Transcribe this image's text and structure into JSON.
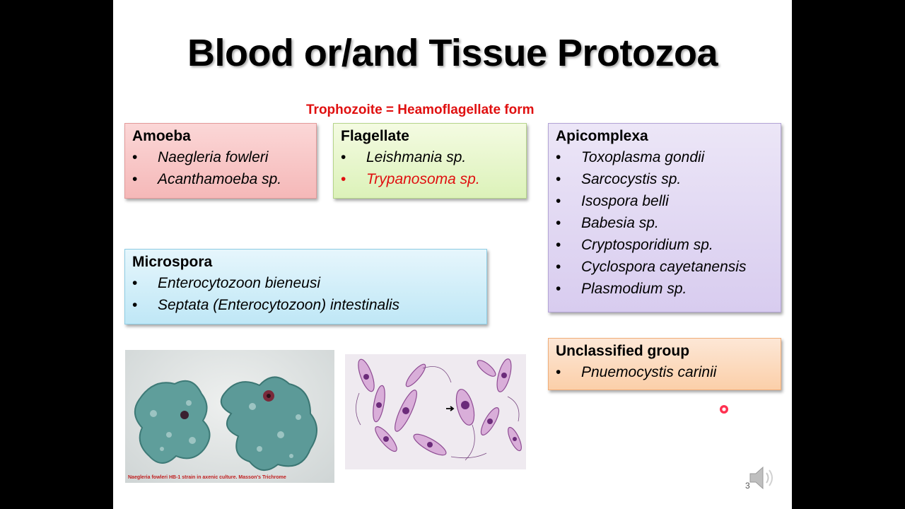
{
  "slide": {
    "title": "Blood or/and Tissue Protozoa",
    "caption": "Trophozoite = Heamoflagellate form",
    "page_number": "3"
  },
  "boxes": {
    "amoeba": {
      "heading": "Amoeba",
      "items": [
        "Naegleria fowleri",
        "Acanthamoeba sp."
      ]
    },
    "flagellate": {
      "heading": "Flagellate",
      "items": [
        "Leishmania sp.",
        "Trypanosoma sp."
      ],
      "highlight_color": "#e01010"
    },
    "apicomplexa": {
      "heading": "Apicomplexa",
      "items": [
        "Toxoplasma gondii",
        "Sarcocystis sp.",
        "Isospora belli",
        "Babesia sp.",
        "Cryptosporidium sp.",
        "Cyclospora cayetanensis",
        "Plasmodium sp."
      ]
    },
    "microspora": {
      "heading": "Microspora",
      "items": [
        "Enterocytozoon bieneusi",
        "Septata (Enterocytozoon) intestinalis"
      ]
    },
    "unclassified": {
      "heading": "Unclassified group",
      "items": [
        "Pnuemocystis carinii"
      ]
    }
  },
  "images": {
    "naegleria_caption": "Naegleria fowleri HB-1 strain in axenic culture. Masson's Trichrome"
  },
  "bullet": "•",
  "icons": [
    "speaker-icon",
    "laser-pointer-icon",
    "arrow-icon"
  ]
}
